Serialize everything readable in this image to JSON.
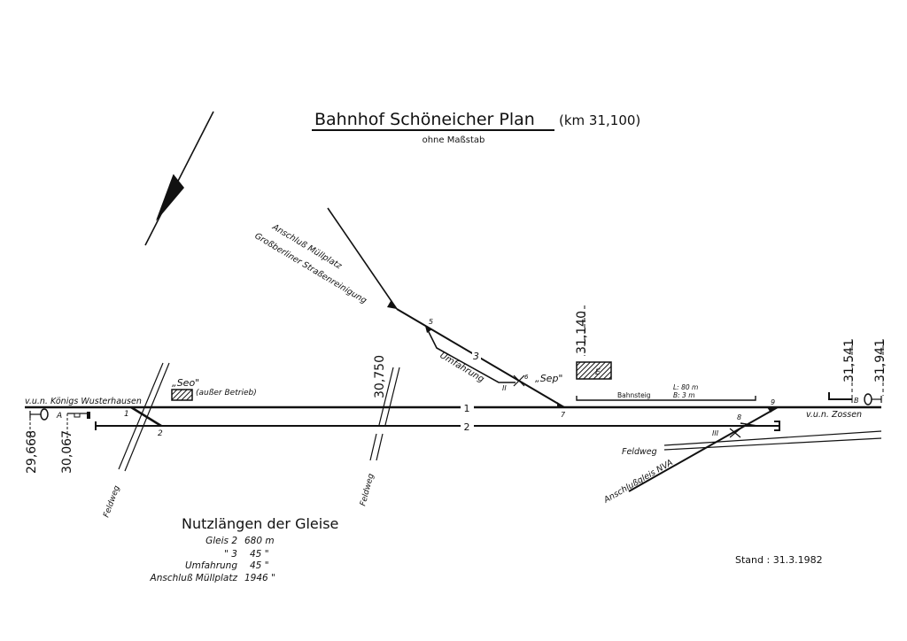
{
  "title": {
    "main": "Bahnhof Schöneicher Plan",
    "km": "(km 31,100)",
    "subtitle": "ohne Maßstab"
  },
  "directions": {
    "left": "v.u.n. Königs Wusterhausen",
    "right": "v.u.n. Zossen"
  },
  "km_markers": [
    "29,668",
    "30,067",
    "30,750",
    "31,140",
    "31,541",
    "31,941"
  ],
  "signals": {
    "a": "A",
    "b": "B"
  },
  "tracks": {
    "t1": "1",
    "t2": "2",
    "t3": "3",
    "t2_roman": "II",
    "t3_roman": "III"
  },
  "switches": {
    "s1": "1",
    "s2": "2",
    "s5": "5",
    "s6": "6",
    "s7": "7",
    "s8": "8",
    "s9": "9"
  },
  "labels": {
    "anschluss_muellplatz": "Anschluß Müllplatz",
    "grossberliner": "Großberliner Straßenreinigung",
    "umfahrung": "Umfahrung",
    "feldweg": "Feldweg",
    "anschlussgleis_nva": "Anschlußgleis NVA",
    "seo": "„Seo\"",
    "ausser_betrieb": "(außer Betrieb)",
    "sep": "„Sep\"",
    "building_e": "E",
    "bahnsteig": "Bahnsteig",
    "bahnsteig_l": "L: 80 m",
    "bahnsteig_b": "B: 3 m"
  },
  "nutzlaengen": {
    "heading": "Nutzlängen der Gleise",
    "rows": [
      {
        "name": "Gleis 2",
        "value": "680 m"
      },
      {
        "name": "\"  3",
        "value": "45 \""
      },
      {
        "name": "Umfahrung",
        "value": "45 \""
      },
      {
        "name": "Anschluß Müllplatz",
        "value": "1946 \""
      }
    ]
  },
  "stand": "Stand : 31.3.1982"
}
